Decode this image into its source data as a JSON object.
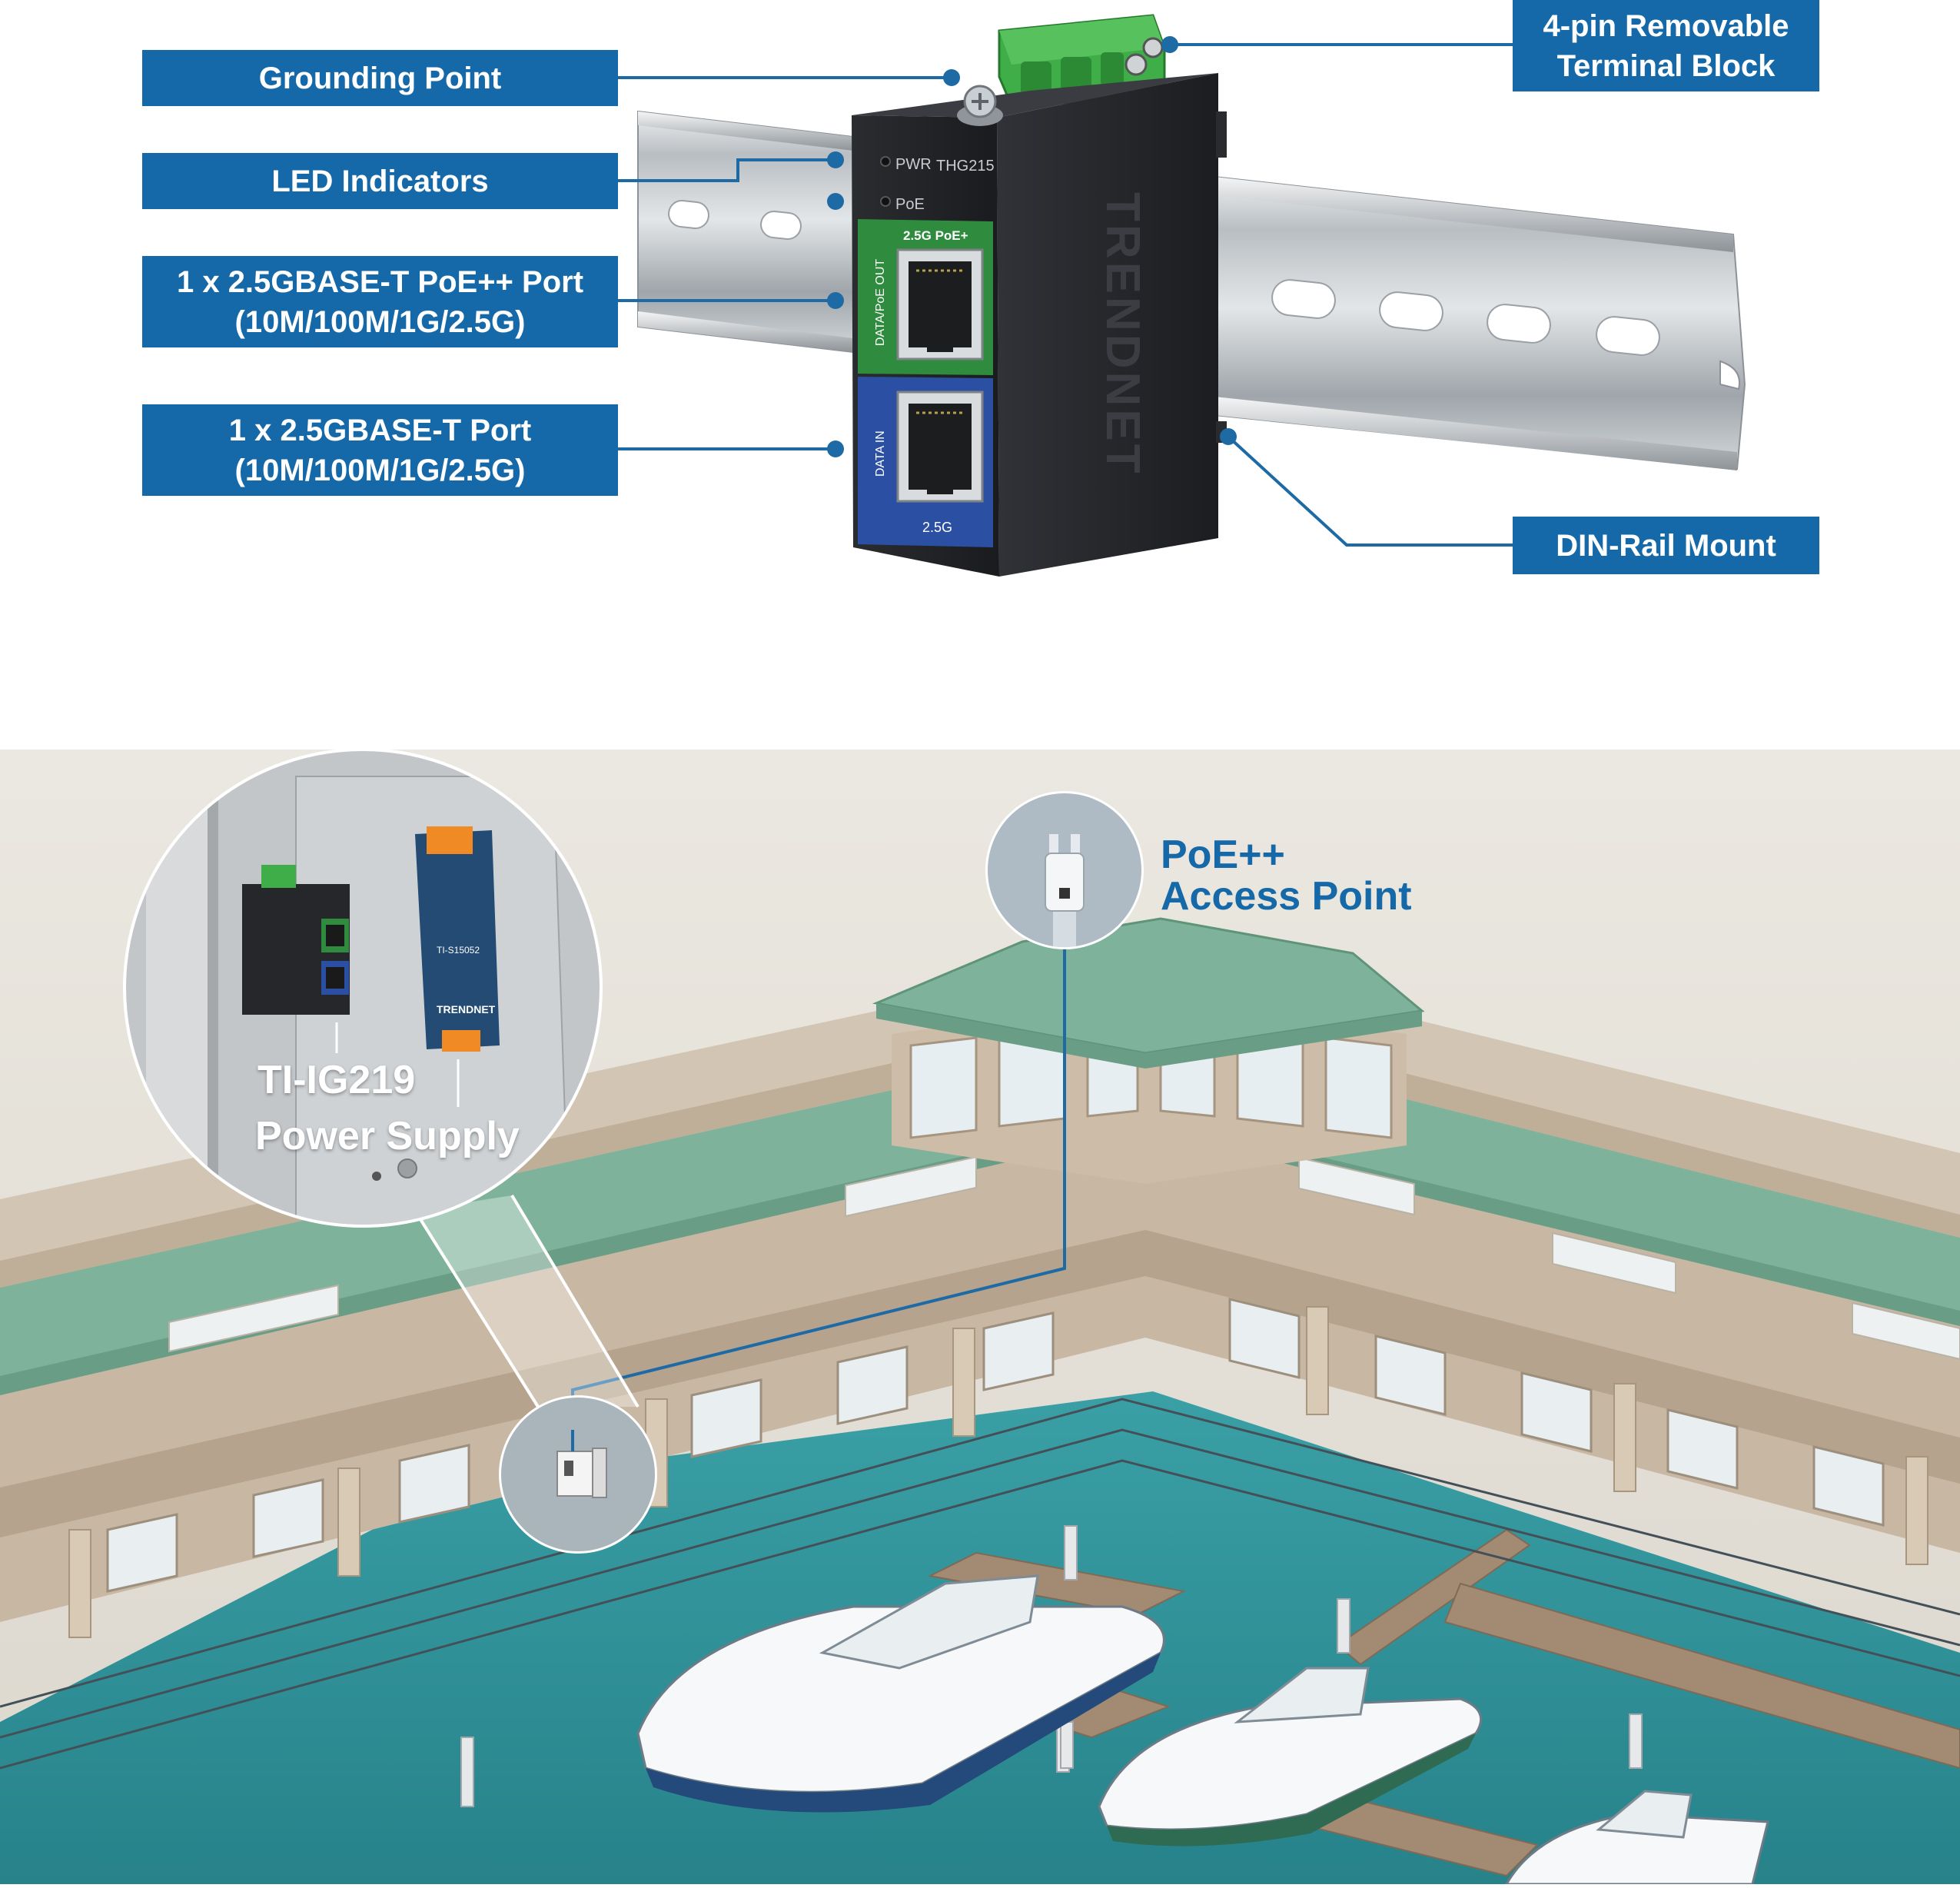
{
  "product": {
    "model": "THG215",
    "brand": "TRENDNET",
    "led_pwr": "PWR",
    "led_poe": "PoE",
    "port_out_header": "2.5G PoE+",
    "port_out_side": "DATA/PoE OUT",
    "port_in_side": "DATA IN",
    "port_in_footer": "2.5G"
  },
  "callouts": {
    "grounding": "Grounding Point",
    "led": "LED Indicators",
    "poe_port": [
      "1 x 2.5GBASE-T PoE++ Port",
      "(10M/100M/1G/2.5G)"
    ],
    "data_port": [
      "1 x 2.5GBASE-T Port",
      "(10M/100M/1G/2.5G)"
    ],
    "terminal": [
      "4-pin Removable",
      "Terminal Block"
    ],
    "din": "DIN-Rail Mount"
  },
  "scene": {
    "access_point": [
      "PoE++",
      "Access Point"
    ],
    "zoom_device": "TI-IG219",
    "zoom_power": "Power Supply",
    "zoom_brand": "TRENDNET",
    "zoom_psu_model": "TI-S15052"
  },
  "colors": {
    "callout_blue": "#1669a8",
    "connector_line": "#1d6aa5",
    "device_body": "#222428",
    "poe_green": "#2f8b3d",
    "data_blue": "#2b4fa2",
    "terminal_green": "#3fae48",
    "roof_green": "#7fb29a",
    "water": "#2f8f96",
    "building_tan": "#c8b7a2",
    "scene_bg": "#e6e2da"
  }
}
